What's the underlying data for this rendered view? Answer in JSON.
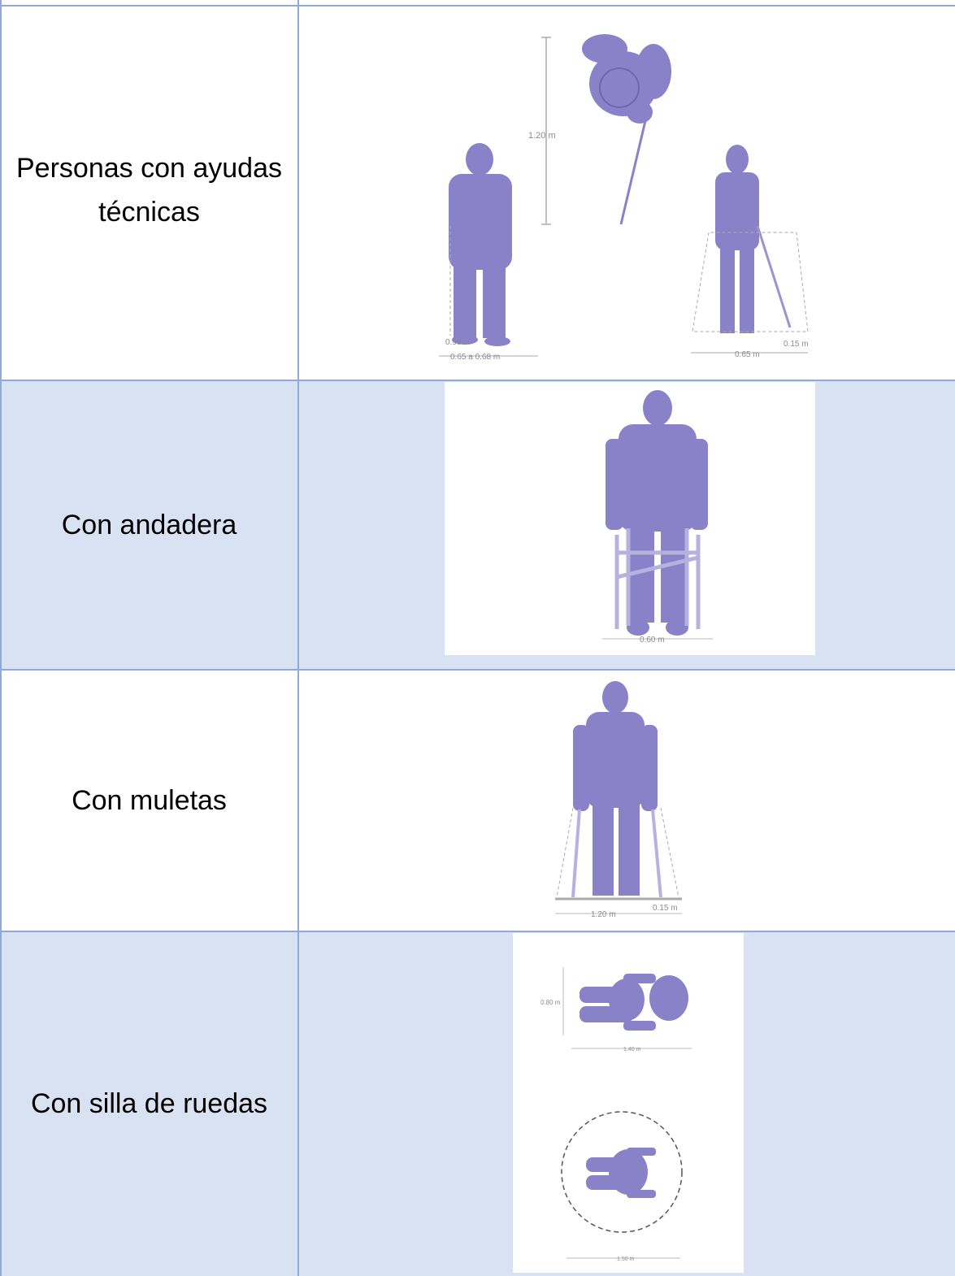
{
  "rows": [
    {
      "label": "Personas con ayudas técnicas",
      "dims": {
        "height": "1.20 m",
        "cane": "0.90 m",
        "cane_span": "0.65 a 0.68 m",
        "blind_span": "0.65 m",
        "blind_side": "0.15 m"
      }
    },
    {
      "label": "Con andadera",
      "dims": {
        "width": "0.60 m"
      }
    },
    {
      "label": "Con muletas",
      "dims": {
        "width": "1.20 m",
        "side": "0.15 m"
      }
    },
    {
      "label": "Con silla de ruedas",
      "dims": {
        "depth": "0.80 m",
        "length": "1.40 m",
        "diameter": "1.50 m"
      }
    }
  ],
  "colors": {
    "silhouette": "#8a82c8",
    "band": "#d9e2f3",
    "border": "#8eaadb"
  }
}
